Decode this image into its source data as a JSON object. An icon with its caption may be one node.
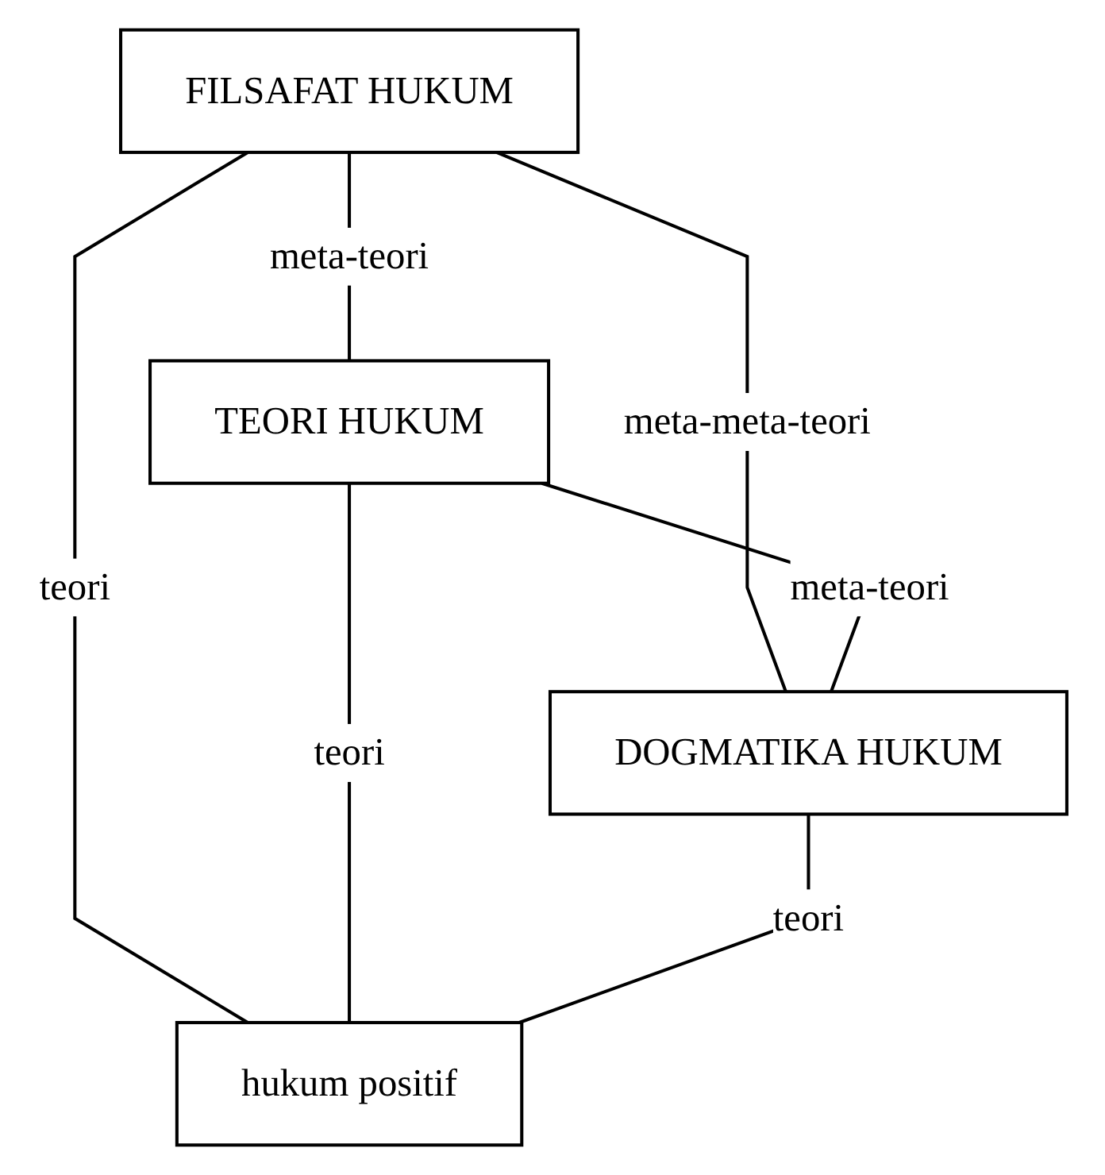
{
  "diagram": {
    "nodes": [
      {
        "text": [
          "FILSAFAT HUKUM"
        ]
      },
      {
        "text": [
          "TEORI HUKUM"
        ]
      },
      {
        "text": [
          "DOGMATIKA HUKUM"
        ]
      },
      {
        "text": [
          "hukum positif"
        ]
      }
    ],
    "edges": [
      {
        "from": 0,
        "to": 1,
        "arrow": "none",
        "label": "meta-teori"
      },
      {
        "from": 0,
        "to": 2,
        "arrow": "none",
        "label": "meta-meta-teori"
      },
      {
        "from": 1,
        "to": 2,
        "arrow": "none",
        "label": "meta-teori"
      },
      {
        "from": 0,
        "to": 3,
        "arrow": "none",
        "label": "teori"
      },
      {
        "from": 1,
        "to": 3,
        "arrow": "none",
        "label": "teori"
      },
      {
        "from": 2,
        "to": 3,
        "arrow": "none",
        "label": "teori"
      }
    ]
  }
}
